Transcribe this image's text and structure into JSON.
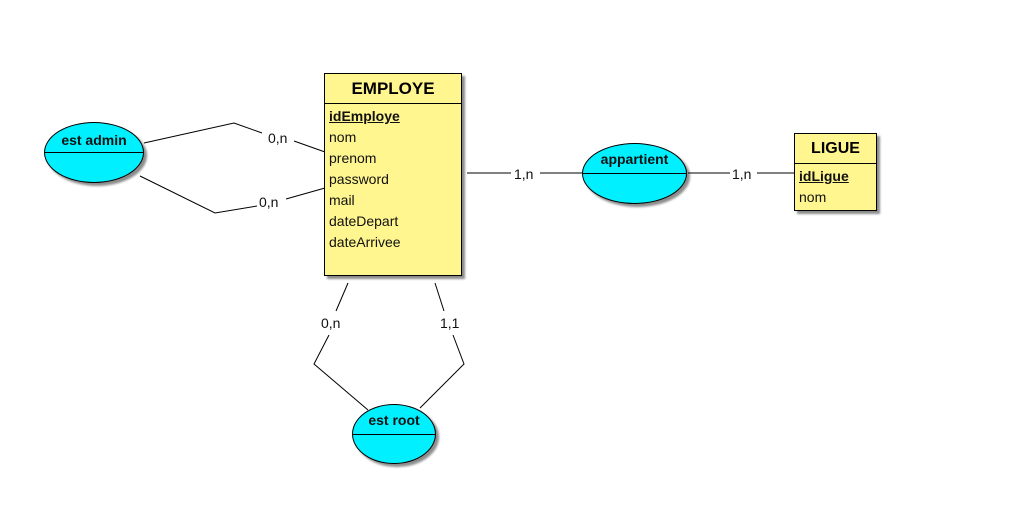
{
  "entities": {
    "employe": {
      "name": "EMPLOYE",
      "attributes": [
        "idEmploye",
        "nom",
        "prenom",
        "password",
        "mail",
        "dateDepart",
        "dateArrivee"
      ],
      "key": "idEmploye"
    },
    "ligue": {
      "name": "LIGUE",
      "attributes": [
        "idLigue",
        "nom"
      ],
      "key": "idLigue"
    }
  },
  "associations": {
    "est_admin": "est admin",
    "appartient": "appartient",
    "est_root": "est root"
  },
  "cardinalities": {
    "est_admin_upper": "0,n",
    "est_admin_lower": "0,n",
    "appartient_employe": "1,n",
    "appartient_ligue": "1,n",
    "est_root_left": "0,n",
    "est_root_right": "1,1"
  },
  "colors": {
    "entity_fill": "#fff68f",
    "association_fill": "#00f0ff"
  }
}
